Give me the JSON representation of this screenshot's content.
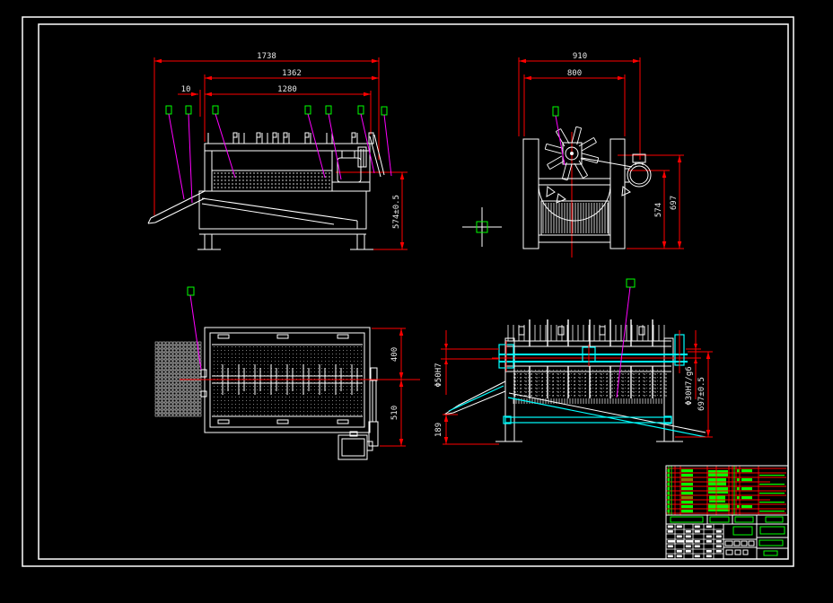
{
  "colors": {
    "background": "#000000",
    "line": "#ffffff",
    "dimension": "#ff0000",
    "dimension_text": "#e8e8e8",
    "highlight": "#00ffff",
    "marker": "#00ff00",
    "leader": "#ff00ff",
    "accent_olive": "#808000",
    "dot": "#9a9a9a"
  },
  "dims": {
    "front_overall": "1738",
    "front_body": "1362",
    "front_drum": "1280",
    "front_offset": "10",
    "front_height": "574±0.5",
    "end_overall": "910",
    "end_frame": "800",
    "end_h1": "574",
    "end_h2": "697",
    "plan_upper": "400",
    "plan_lower": "510",
    "sect_bore_left": "Φ50H7",
    "sect_drop": "189",
    "sect_bore_right": "Φ30H7/g6",
    "sect_height": "697±0.5"
  }
}
